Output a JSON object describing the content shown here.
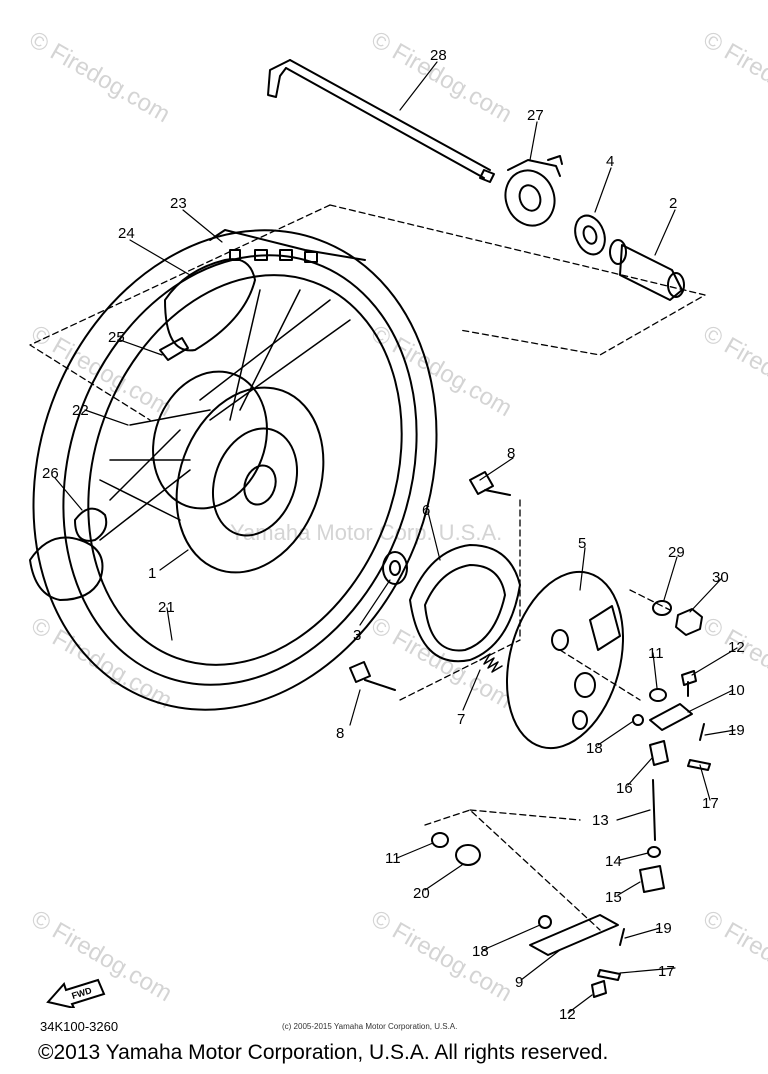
{
  "watermark": {
    "text": "© Firedog.com",
    "center_text": "Yamaha Motor Corp. U.S.A."
  },
  "diagram": {
    "part_code": "34K100-3260",
    "small_copyright": "(c) 2005-2015 Yamaha Motor Corporation, U.S.A.",
    "footer_copyright": "©2013 Yamaha Motor Corporation, U.S.A. All rights reserved.",
    "fwd_label": "FWD",
    "callouts": [
      {
        "id": "c28",
        "label": "28"
      },
      {
        "id": "c27",
        "label": "27"
      },
      {
        "id": "c4",
        "label": "4"
      },
      {
        "id": "c2",
        "label": "2"
      },
      {
        "id": "c23",
        "label": "23"
      },
      {
        "id": "c24",
        "label": "24"
      },
      {
        "id": "c25",
        "label": "25"
      },
      {
        "id": "c22",
        "label": "22"
      },
      {
        "id": "c26",
        "label": "26"
      },
      {
        "id": "c1",
        "label": "1"
      },
      {
        "id": "c21",
        "label": "21"
      },
      {
        "id": "c3",
        "label": "3"
      },
      {
        "id": "c6",
        "label": "6"
      },
      {
        "id": "c8a",
        "label": "8"
      },
      {
        "id": "c8b",
        "label": "8"
      },
      {
        "id": "c5",
        "label": "5"
      },
      {
        "id": "c7",
        "label": "7"
      },
      {
        "id": "c29",
        "label": "29"
      },
      {
        "id": "c30",
        "label": "30"
      },
      {
        "id": "c12a",
        "label": "12"
      },
      {
        "id": "c11a",
        "label": "11"
      },
      {
        "id": "c10",
        "label": "10"
      },
      {
        "id": "c19a",
        "label": "19"
      },
      {
        "id": "c18a",
        "label": "18"
      },
      {
        "id": "c16",
        "label": "16"
      },
      {
        "id": "c17a",
        "label": "17"
      },
      {
        "id": "c13",
        "label": "13"
      },
      {
        "id": "c11b",
        "label": "11"
      },
      {
        "id": "c14",
        "label": "14"
      },
      {
        "id": "c20",
        "label": "20"
      },
      {
        "id": "c15",
        "label": "15"
      },
      {
        "id": "c18b",
        "label": "18"
      },
      {
        "id": "c19b",
        "label": "19"
      },
      {
        "id": "c9",
        "label": "9"
      },
      {
        "id": "c17b",
        "label": "17"
      },
      {
        "id": "c12b",
        "label": "12"
      }
    ]
  }
}
